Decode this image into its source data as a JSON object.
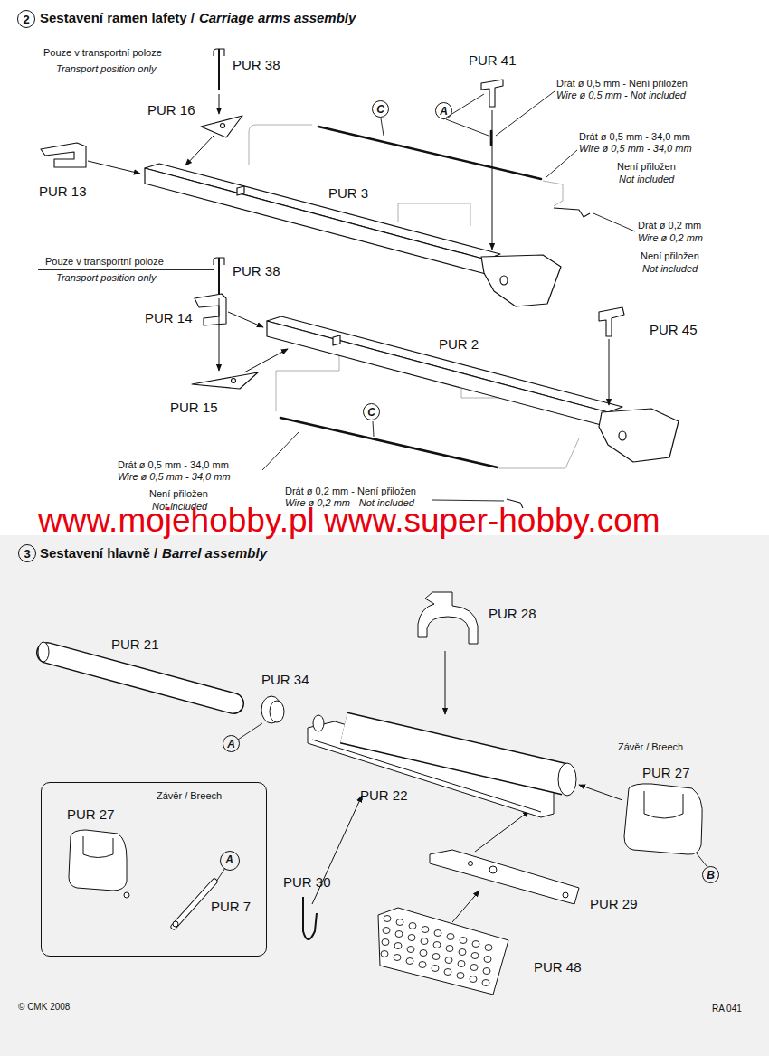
{
  "diagram": {
    "nodes": [
      {
        "text": [
          "2"
        ]
      },
      {
        "text": [
          "C"
        ]
      },
      {
        "text": [
          "A"
        ]
      },
      {
        "text": [
          "C"
        ]
      },
      {
        "text": [
          "3"
        ]
      },
      {
        "text": [
          "A"
        ]
      },
      {
        "text": [
          "Závěr / Breech",
          "PUR 27",
          "PUR 7"
        ]
      },
      {
        "text": [
          "A"
        ],
        "in": 6
      },
      {
        "text": [
          "B"
        ]
      }
    ],
    "labels": [
      "Sestavení ramen lafety /",
      "Carriage arms assembly",
      "Pouze v transportní poloze",
      "Transport position only",
      "PUR 38",
      "PUR 16",
      "PUR 13",
      "PUR 41",
      "Drát ø 0,5 mm  - Není přiložen",
      "Wire ø 0,5 mm  - Not included",
      "Drát ø 0,5 mm - 34,0 mm",
      "Wire ø 0,5 mm - 34,0 mm",
      "Není přiložen",
      "Not included",
      "PUR 3",
      "Drát ø 0,2 mm",
      "Wire ø 0,2 mm",
      "Není přiložen",
      "Not included",
      "Pouze v transportní poloze",
      "Transport position only",
      "PUR 38",
      "PUR 14",
      "PUR 15",
      "PUR 2",
      "PUR 45",
      "Drát ø 0,5 mm - 34,0 mm",
      "Wire ø 0,5 mm - 34,0 mm",
      "Není přiložen",
      "Not included",
      "Drát ø 0,2 mm - Není přiložen",
      "Wire ø 0,2 mm - Not included",
      "www.mojehobby.pl www.super-hobby.com",
      "Sestavení hlavně /",
      "Barrel assembly",
      "PUR 28",
      "PUR 21",
      "PUR 34",
      "Závěr / Breech",
      "PUR 27",
      "PUR 22",
      "PUR 30",
      "PUR 29",
      "PUR 48",
      "© CMK 2008",
      "RA 041"
    ]
  }
}
